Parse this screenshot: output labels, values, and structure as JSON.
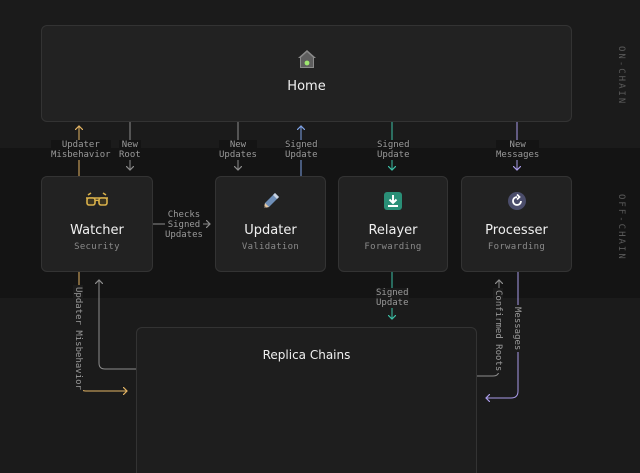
{
  "bands": {
    "on_chain": "ON-CHAIN",
    "off_chain": "OFF-CHAIN"
  },
  "home": {
    "title": "Home",
    "icon": "home-icon"
  },
  "nodes": {
    "watcher": {
      "title": "Watcher",
      "subtitle": "Security",
      "icon": "glasses-icon"
    },
    "updater": {
      "title": "Updater",
      "subtitle": "Validation",
      "icon": "pencil-icon"
    },
    "relayer": {
      "title": "Relayer",
      "subtitle": "Forwarding",
      "icon": "download-icon"
    },
    "processer": {
      "title": "Processer",
      "subtitle": "Forwarding",
      "icon": "refresh-icon"
    }
  },
  "replica": {
    "title": "Replica Chains"
  },
  "labels": {
    "updater_misbehavior_top": [
      "Updater",
      "Misbehavior"
    ],
    "new_root": [
      "New",
      "Root"
    ],
    "new_updates": [
      "New",
      "Updates"
    ],
    "signed_update_updater": [
      "Signed",
      "Update"
    ],
    "signed_update_relayer_top": [
      "Signed",
      "Update"
    ],
    "new_messages": [
      "New",
      "Messages"
    ],
    "checks_signed_updates": [
      "Checks",
      "Signed",
      "Updates"
    ],
    "signed_update_relayer_bottom": [
      "Signed",
      "Update"
    ],
    "updater_misbehavior_vertical": "Updater Misbehavior",
    "confirmed_roots": "Confirmed Roots",
    "messages": "Messages"
  },
  "colors": {
    "watcher_arrow": "#e3b464",
    "updater_arrow": "#7ea2e6",
    "relayer_arrow": "#3cc0a6",
    "processer_arrow": "#a99be8",
    "neutral_arrow": "#8c8c8c"
  }
}
